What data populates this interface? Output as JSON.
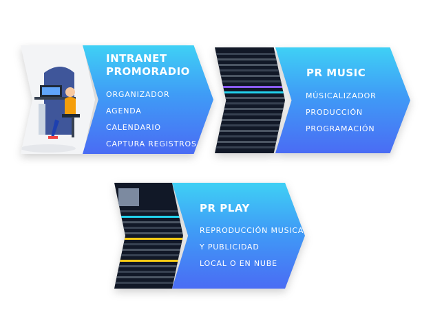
{
  "cards": [
    {
      "title": "INTRANET\nPROMORADIO",
      "items": [
        "ORGANIZADOR",
        "AGENDA",
        "CALENDARIO",
        "CAPTURA REGISTROS"
      ]
    },
    {
      "title": "PR MUSIC",
      "items": [
        "MÚSICALIZADOR",
        "PRODUCCIÓN",
        "PROGRAMACIÓN"
      ]
    },
    {
      "title": "PR PLAY",
      "items": [
        "REPRODUCCIÓN MUSICAL",
        "Y PUBLICIDAD",
        "LOCAL O EN NUBE"
      ]
    }
  ],
  "colors": {
    "gradient_top": "#3fd0f5",
    "gradient_bottom": "#4a6cf4",
    "screen_bg": "#111827",
    "row_highlight_cyan": "#22d3ee",
    "row_highlight_purple": "#8b5cf6",
    "row_highlight_yellow": "#facc15"
  }
}
